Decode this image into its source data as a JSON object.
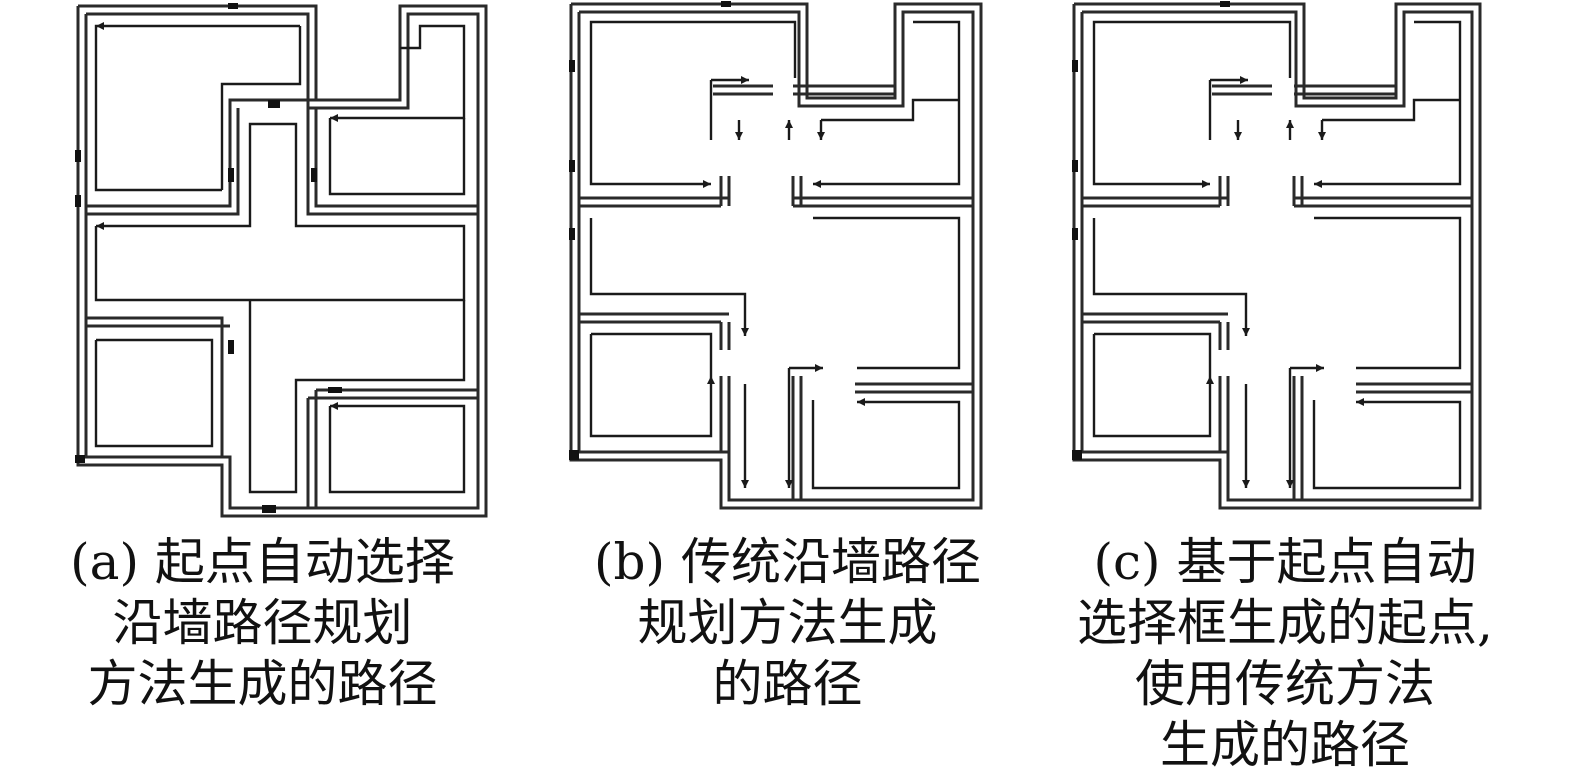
{
  "colors": {
    "wall": "#2a2a2a",
    "wall_fill": "#ffffff",
    "path": "#9a9a9a",
    "arrow": "#1a1a1a",
    "door": "#111111"
  },
  "panels": [
    {
      "id": "a",
      "caption_lines": [
        "(a) 起点自动选择",
        "沿墙路径规划",
        "方法生成的路径"
      ]
    },
    {
      "id": "b",
      "caption_lines": [
        "(b) 传统沿墙路径",
        "规划方法生成",
        "的路径"
      ]
    },
    {
      "id": "c",
      "caption_lines": [
        "(c) 基于起点自动",
        "选择框生成的起点,",
        "使用传统方法",
        "生成的路径"
      ]
    }
  ]
}
